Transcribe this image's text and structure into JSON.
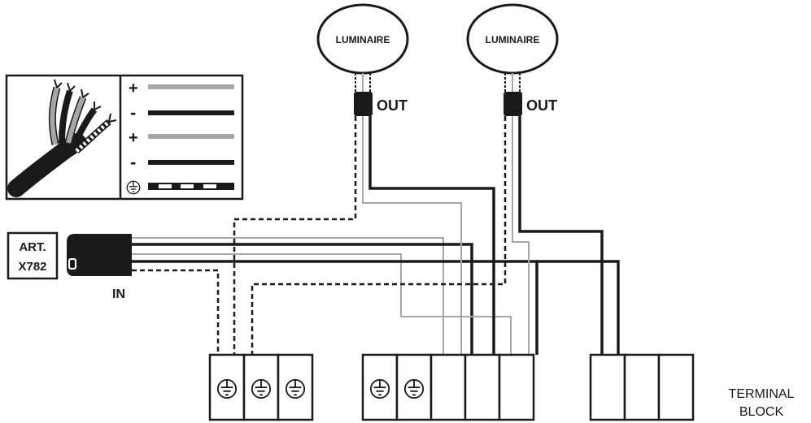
{
  "luminaires": [
    {
      "label": "LUMINAIRE",
      "connector_label": "OUT"
    },
    {
      "label": "LUMINAIRE",
      "connector_label": "OUT"
    }
  ],
  "input": {
    "model_line1": "ART.",
    "model_line2": "X782",
    "connector_label": "IN"
  },
  "legend": {
    "rows": [
      "+",
      "-",
      "+",
      "-"
    ],
    "ground_icon": "earth-ground-icon"
  },
  "terminal_block": {
    "line1": "TERMINAL",
    "line2": "BLOCK"
  },
  "colors": {
    "black": "#1a1a1a",
    "grey": "#a6a6a6",
    "white": "#ffffff"
  }
}
